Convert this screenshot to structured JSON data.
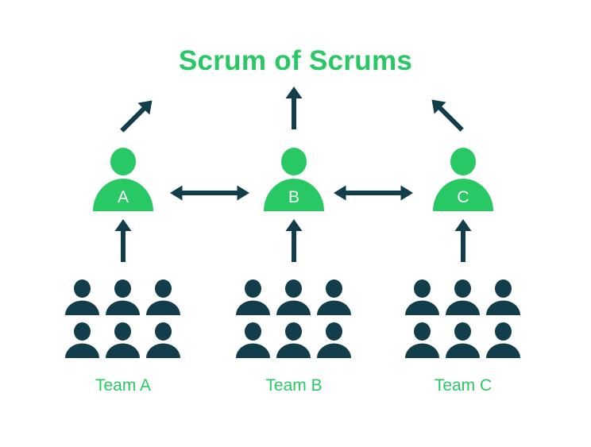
{
  "title": "Scrum of Scrums",
  "colors": {
    "accent_green": "#28c864",
    "dark_teal": "#113e4a",
    "background": "#ffffff",
    "person_letter": "#ffffff"
  },
  "masters": [
    {
      "label": "A"
    },
    {
      "label": "B"
    },
    {
      "label": "C"
    }
  ],
  "teams": [
    {
      "label": "Team A",
      "member_count": 6
    },
    {
      "label": "Team B",
      "member_count": 6
    },
    {
      "label": "Team C",
      "member_count": 6
    }
  ],
  "icons": {
    "master": "person-icon",
    "team_member": "person-icon",
    "arrow_up": "up-arrow-icon",
    "arrow_double": "double-headed-horizontal-arrow-icon",
    "arrow_diag_right": "diagonal-up-right-arrow-icon",
    "arrow_diag_left": "diagonal-up-left-arrow-icon"
  }
}
